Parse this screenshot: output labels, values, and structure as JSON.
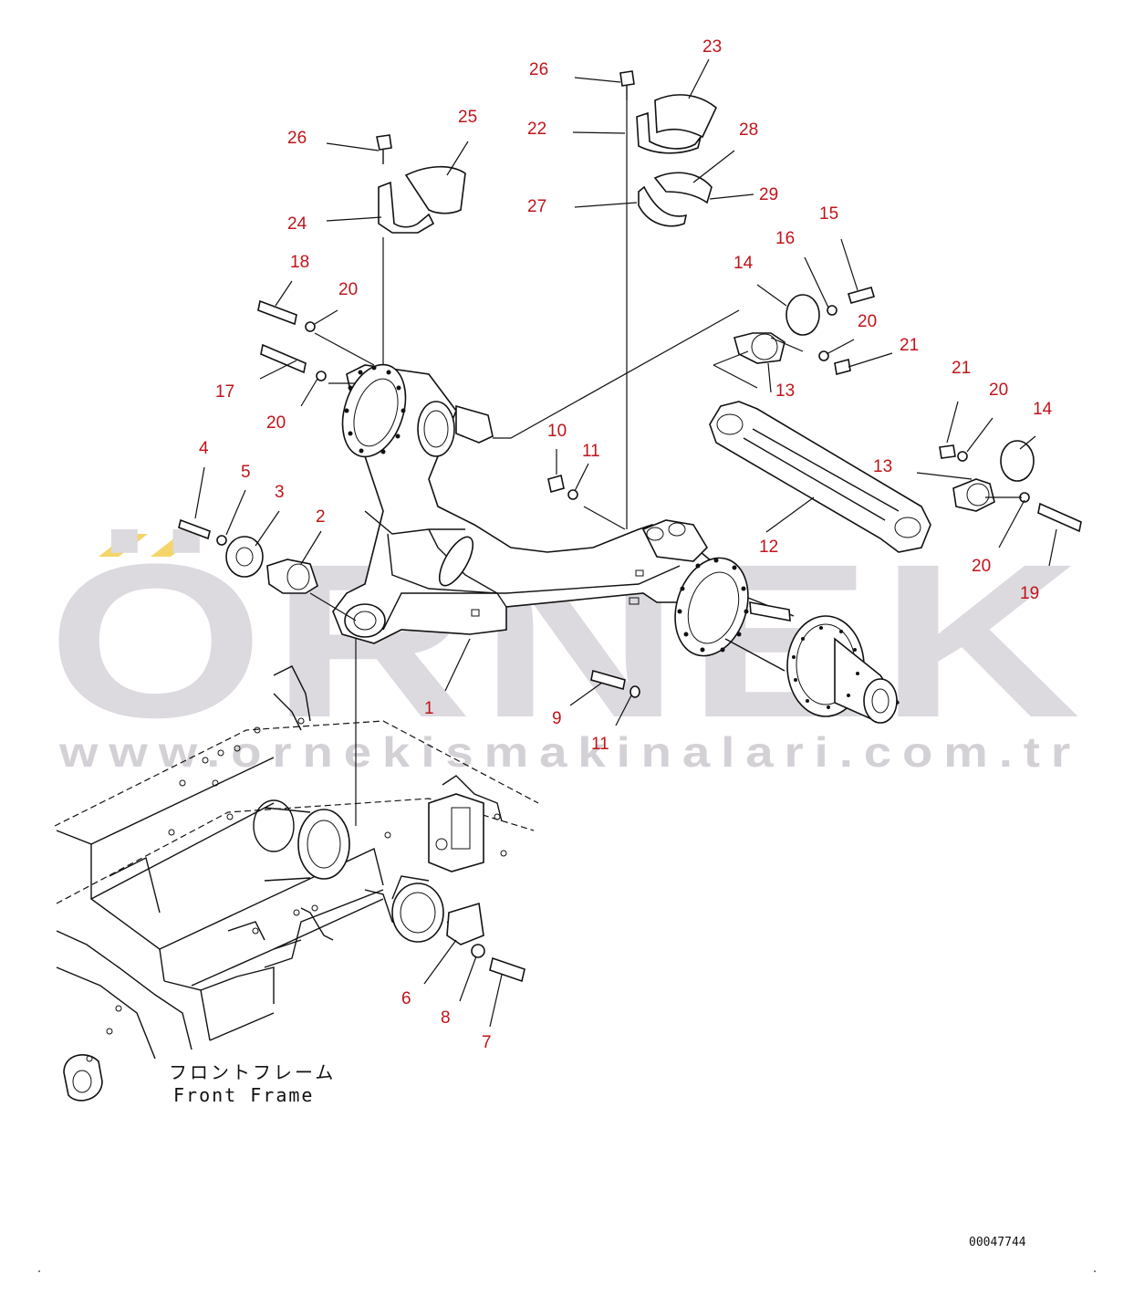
{
  "diagram": {
    "drawing_number": "00047744",
    "frame_label_jp": "フロントフレーム",
    "frame_label_en": "Front Frame",
    "watermark": {
      "brand": "ÖRNEK",
      "url": "www.ornekismakinalari.com.tr",
      "accent_color": "#f5d56a"
    },
    "callout_color": "#c0141a"
  },
  "callouts": [
    "1",
    "2",
    "3",
    "4",
    "5",
    "6",
    "7",
    "8",
    "9",
    "10",
    "11",
    "11",
    "12",
    "13",
    "13",
    "14",
    "14",
    "15",
    "16",
    "17",
    "18",
    "19",
    "20",
    "20",
    "20",
    "20",
    "20",
    "21",
    "21",
    "22",
    "23",
    "24",
    "25",
    "26",
    "26",
    "27",
    "28",
    "29"
  ]
}
